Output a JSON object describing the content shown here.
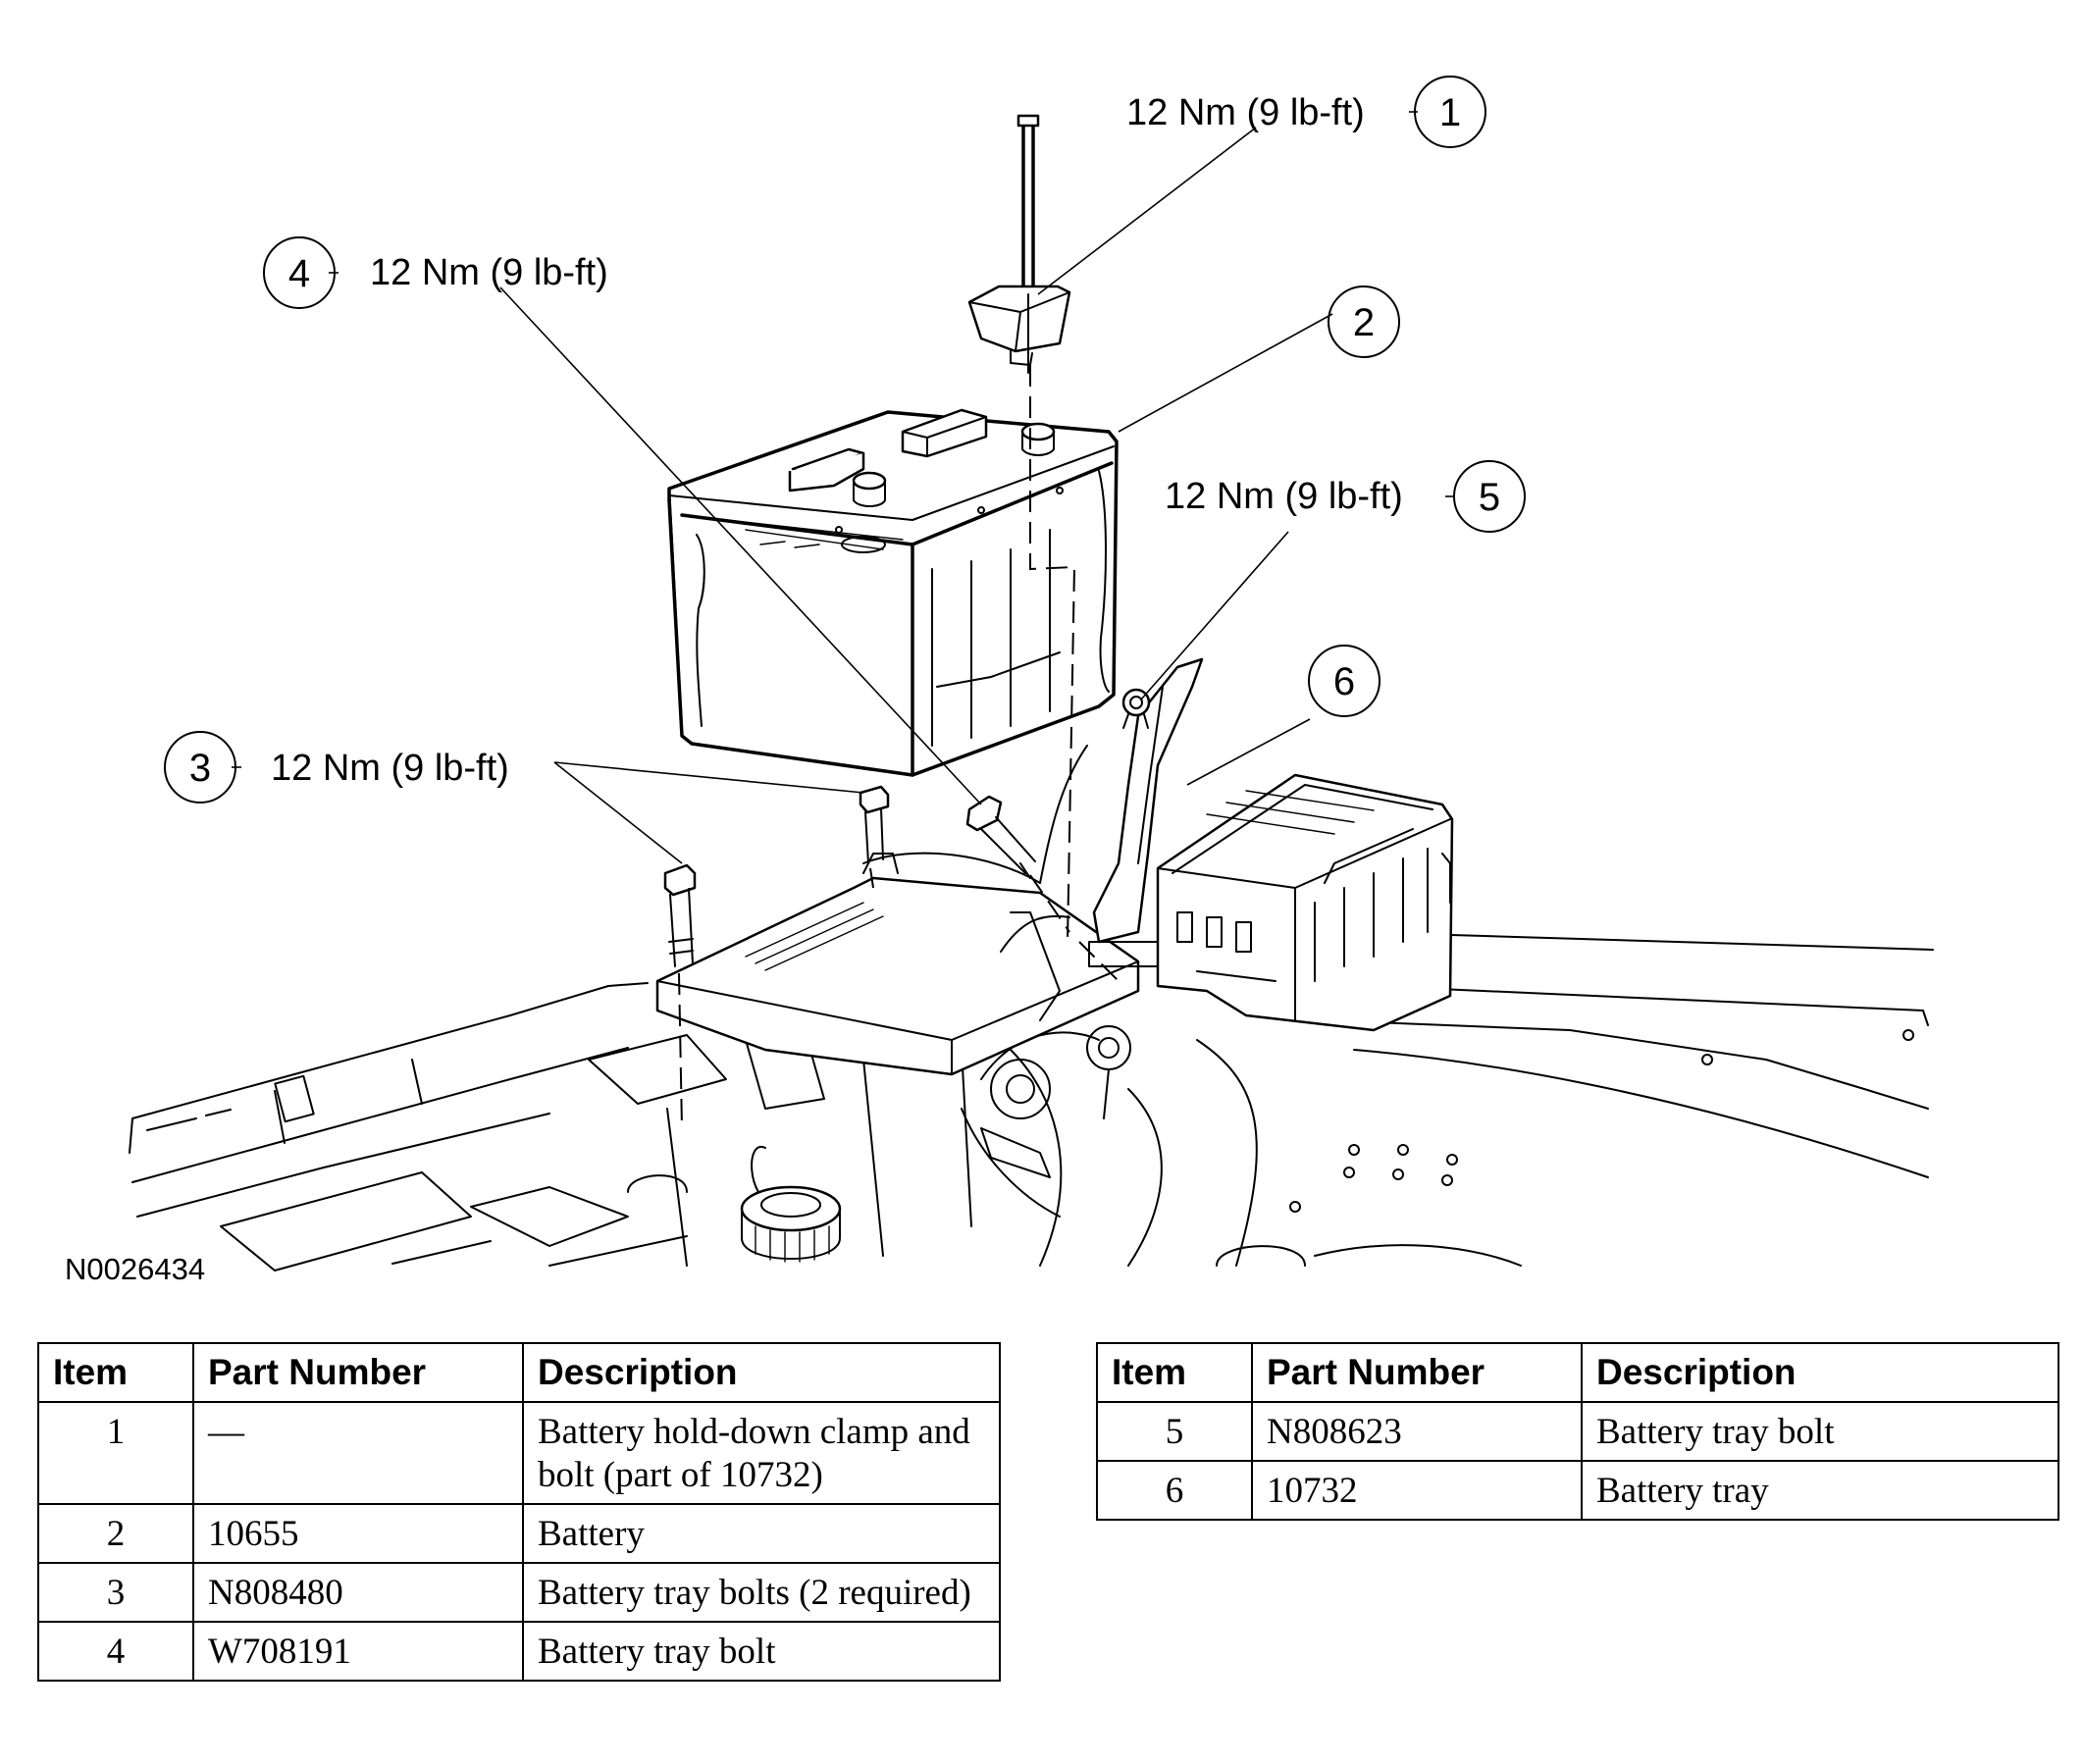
{
  "figure_id": "N0026434",
  "callouts": [
    {
      "number": "1",
      "torque": "12 Nm (9 lb-ft)"
    },
    {
      "number": "2",
      "torque": ""
    },
    {
      "number": "3",
      "torque": "12 Nm (9 lb-ft)"
    },
    {
      "number": "4",
      "torque": "12 Nm (9 lb-ft)"
    },
    {
      "number": "5",
      "torque": "12 Nm (9 lb-ft)"
    },
    {
      "number": "6",
      "torque": ""
    }
  ],
  "table_headers": {
    "item": "Item",
    "part_number": "Part Number",
    "description": "Description"
  },
  "table_left": [
    {
      "item": "1",
      "part_number": "—",
      "description": "Battery hold-down clamp and bolt (part of 10732)"
    },
    {
      "item": "2",
      "part_number": "10655",
      "description": "Battery"
    },
    {
      "item": "3",
      "part_number": "N808480",
      "description": "Battery tray bolts (2 required)"
    },
    {
      "item": "4",
      "part_number": "W708191",
      "description": "Battery tray bolt"
    }
  ],
  "table_right": [
    {
      "item": "5",
      "part_number": "N808623",
      "description": "Battery tray bolt"
    },
    {
      "item": "6",
      "part_number": "10732",
      "description": "Battery tray"
    }
  ]
}
